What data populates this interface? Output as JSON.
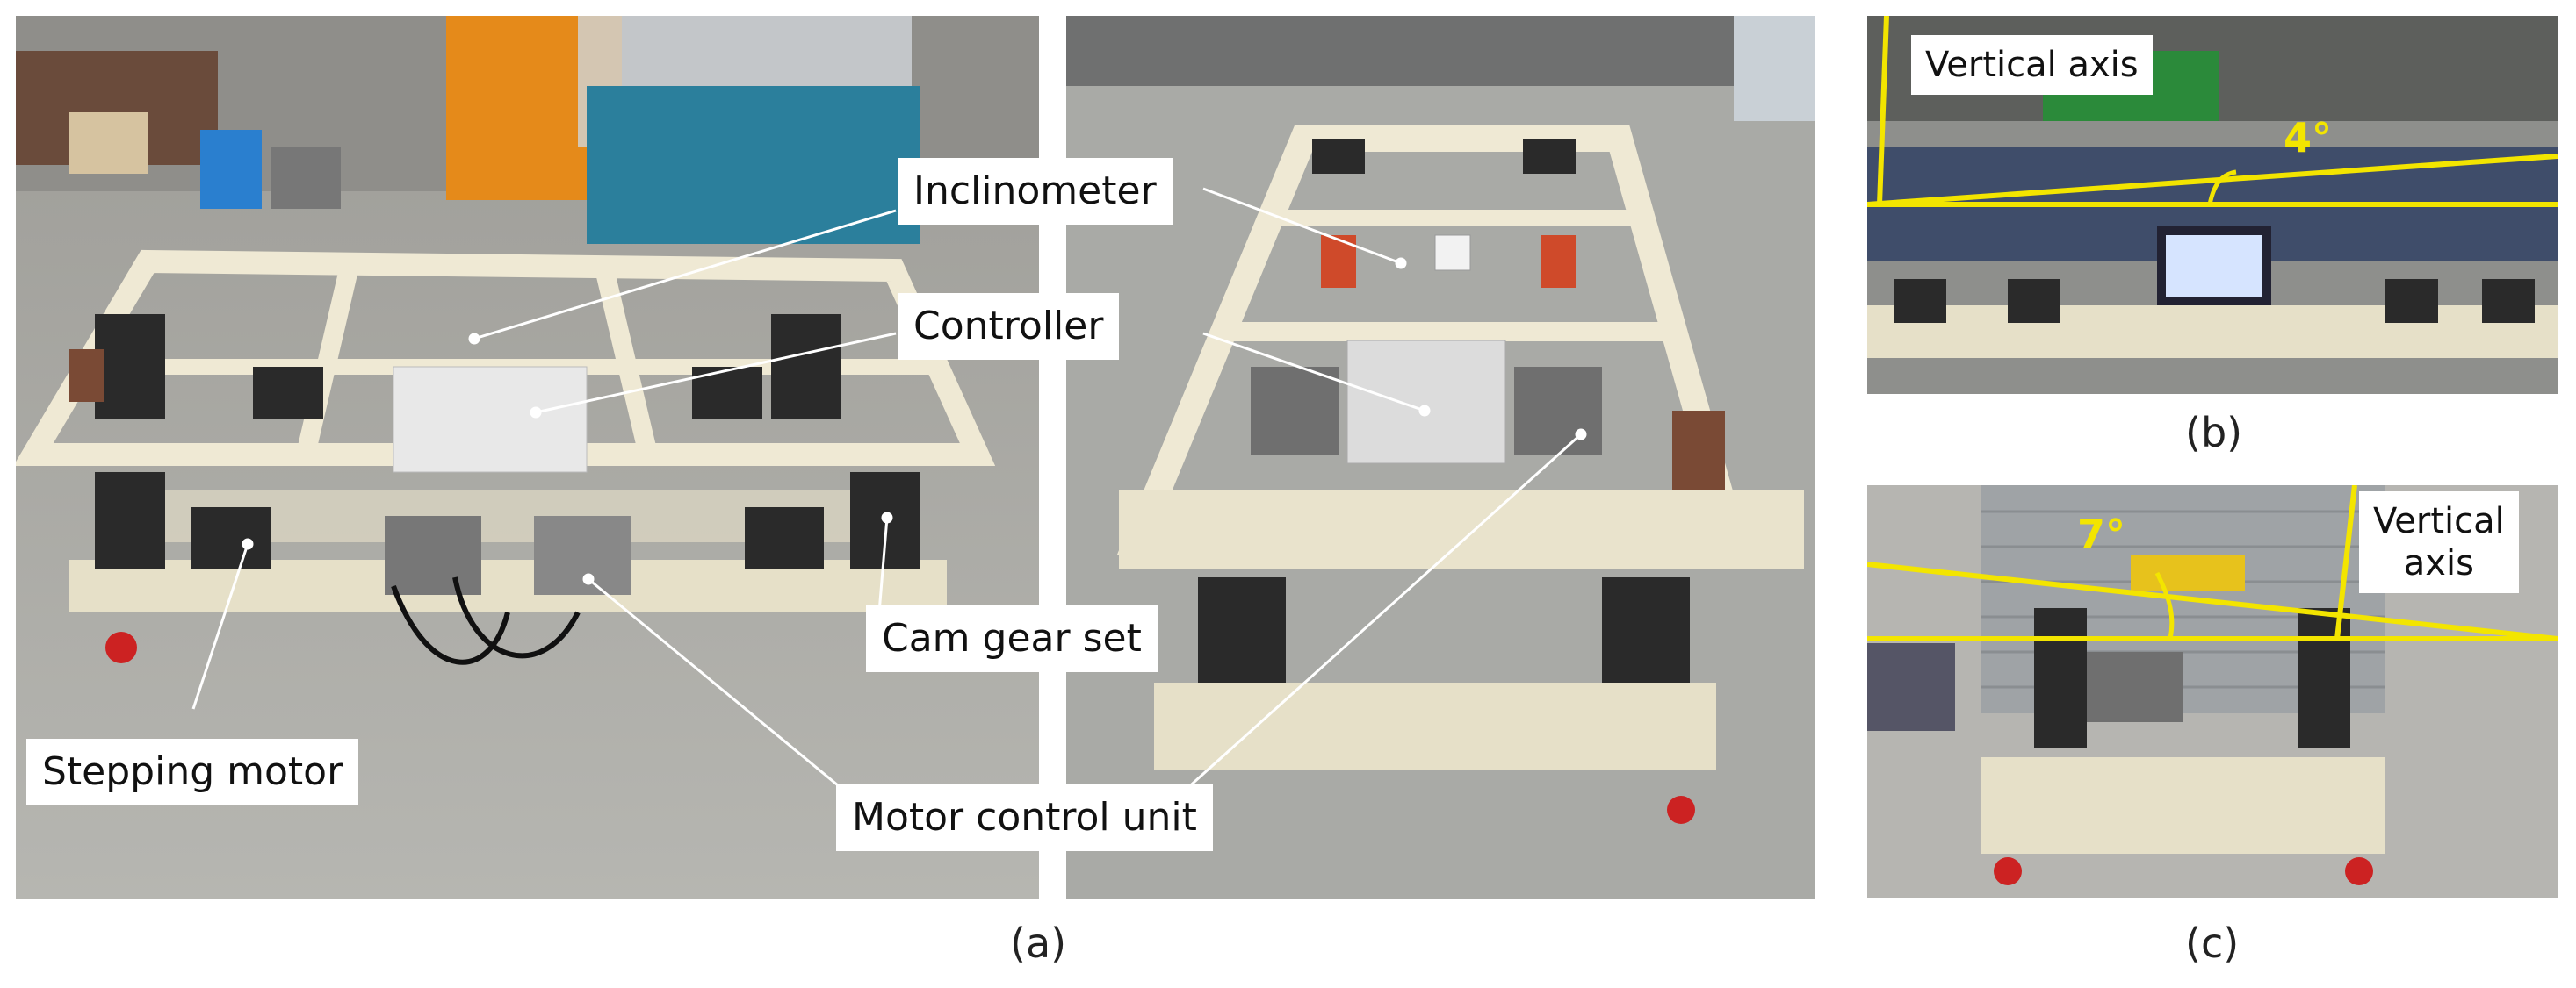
{
  "panel_a": {
    "labels": {
      "inclinometer": "Inclinometer",
      "controller": "Controller",
      "cam_gear_set": "Cam gear set",
      "stepping_motor": "Stepping motor",
      "motor_control_unit": "Motor control unit"
    },
    "caption": "(a)"
  },
  "panel_b": {
    "axis_label": "Vertical axis",
    "angle": "4°",
    "caption": "(b)"
  },
  "panel_c": {
    "axis_label": "Vertical\naxis",
    "angle": "7°",
    "caption": "(c)"
  },
  "colors": {
    "frame": "#efe9d4",
    "floor": "#a8a9a4",
    "annotation_yellow": "#f3e500",
    "motor_dark": "#2a2a2a"
  }
}
